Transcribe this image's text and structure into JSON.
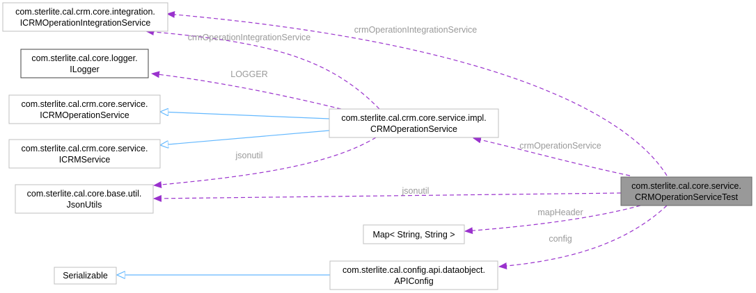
{
  "nodes": {
    "integration_service": {
      "line1": "com.sterlite.cal.crm.core.integration.",
      "line2": "ICRMOperationIntegrationService"
    },
    "logger": {
      "line1": "com.sterlite.cal.core.logger.",
      "line2": "ILogger"
    },
    "icrm_operation_service": {
      "line1": "com.sterlite.cal.crm.core.service.",
      "line2": "ICRMOperationService"
    },
    "icrm_service": {
      "line1": "com.sterlite.cal.crm.core.service.",
      "line2": "ICRMService"
    },
    "json_utils": {
      "line1": "com.sterlite.cal.core.base.util.",
      "line2": "JsonUtils"
    },
    "serializable": {
      "line1": "Serializable"
    },
    "crm_operation_service_impl": {
      "line1": "com.sterlite.cal.crm.core.service.impl.",
      "line2": "CRMOperationService"
    },
    "map_string": {
      "line1": "Map< String, String >"
    },
    "api_config": {
      "line1": "com.sterlite.cal.config.api.dataobject.",
      "line2": "APIConfig"
    },
    "service_test": {
      "line1": "com.sterlite.cal.core.service.",
      "line2": "CRMOperationServiceTest"
    }
  },
  "edge_labels": {
    "test_integration": "crmOperationIntegrationService",
    "impl_integration": "crmOperationIntegrationService",
    "impl_logger": "LOGGER",
    "impl_jsonutil": "jsonutil",
    "test_jsonutil": "jsonutil",
    "test_impl": "crmOperationService",
    "test_mapheader": "mapHeader",
    "test_config": "config"
  },
  "colors": {
    "usage_edge": "#9a32cd",
    "inheritance_edge": "#63b8ff",
    "focus_node": "#999999",
    "edge_label": "#9a9a9a"
  }
}
